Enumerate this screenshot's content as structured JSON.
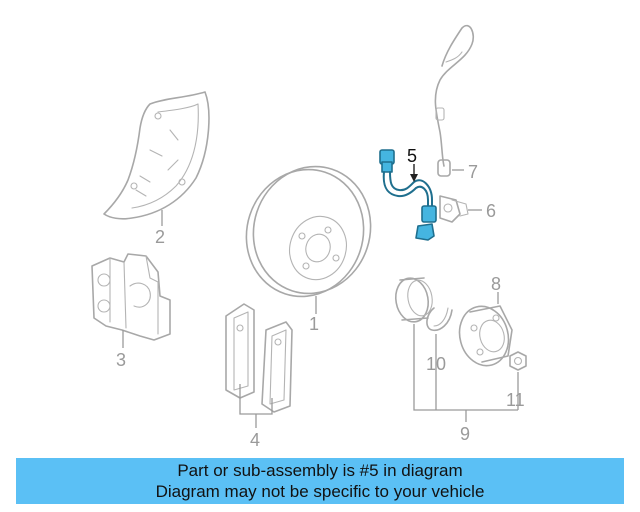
{
  "callouts": {
    "c1": "1",
    "c2": "2",
    "c3": "3",
    "c4": "4",
    "c5": "5",
    "c6": "6",
    "c7": "7",
    "c8": "8",
    "c9": "9",
    "c10": "10",
    "c11": "11"
  },
  "highlighted_part": "5",
  "colors": {
    "highlight": "#45b5e0",
    "caption_bg": "#5bc0f5",
    "line_art": "#a8a8a8"
  },
  "caption": {
    "line1": "Part or sub-assembly is #5 in diagram",
    "line2": "Diagram may not be specific to your vehicle"
  }
}
